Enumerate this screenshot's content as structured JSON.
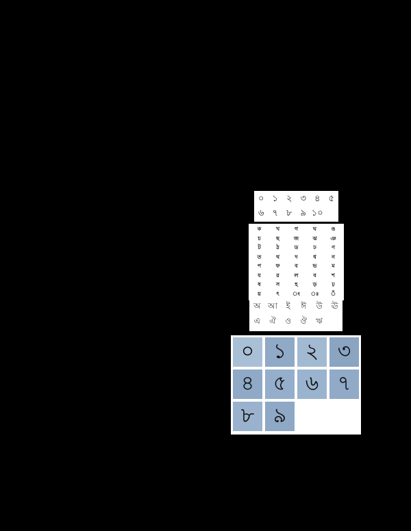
{
  "page": {
    "background": "#000000"
  },
  "figures": {
    "printed_numerals": {
      "glyphs": [
        "০",
        "১",
        "২",
        "৩",
        "৪",
        "৫",
        "৬",
        "৭",
        "৮",
        "৯",
        "১০"
      ]
    },
    "consonants": {
      "glyphs": [
        "ক",
        "খ",
        "গ",
        "ঘ",
        "ঙ",
        "চ",
        "ছ",
        "জ",
        "ঝ",
        "ঞ",
        "ট",
        "ঠ",
        "ড",
        "ঢ",
        "ণ",
        "ত",
        "থ",
        "দ",
        "ধ",
        "ন",
        "প",
        "ফ",
        "ব",
        "ভ",
        "ম",
        "য",
        "র",
        "ল",
        "ব",
        "শ",
        "ষ",
        "স",
        "হ",
        "ড়",
        "ঢ়",
        "য়",
        "ৎ",
        "ং",
        "ঃ",
        "ঁ"
      ]
    },
    "vowels": {
      "glyphs": [
        "অ",
        "আ",
        "ই",
        "ঈ",
        "উ",
        "ঊ",
        "এ",
        "ঐ",
        "ও",
        "ঔ",
        "ঋ"
      ]
    },
    "caption_1": "",
    "handwritten_numerals": {
      "tiles": [
        {
          "glyph": "০",
          "color": "#a9bfd6"
        },
        {
          "glyph": "১",
          "color": "#8fa9c6"
        },
        {
          "glyph": "২",
          "color": "#a2b9d2"
        },
        {
          "glyph": "৩",
          "color": "#8aa4c2"
        },
        {
          "glyph": "৪",
          "color": "#8fa9c6"
        },
        {
          "glyph": "৫",
          "color": "#94aecb"
        },
        {
          "glyph": "৬",
          "color": "#9ab3ce"
        },
        {
          "glyph": "৭",
          "color": "#90aac7"
        },
        {
          "glyph": "৮",
          "color": "#9ab2cd"
        },
        {
          "glyph": "৯",
          "color": "#8ea8c5"
        }
      ]
    },
    "caption_2": ""
  }
}
